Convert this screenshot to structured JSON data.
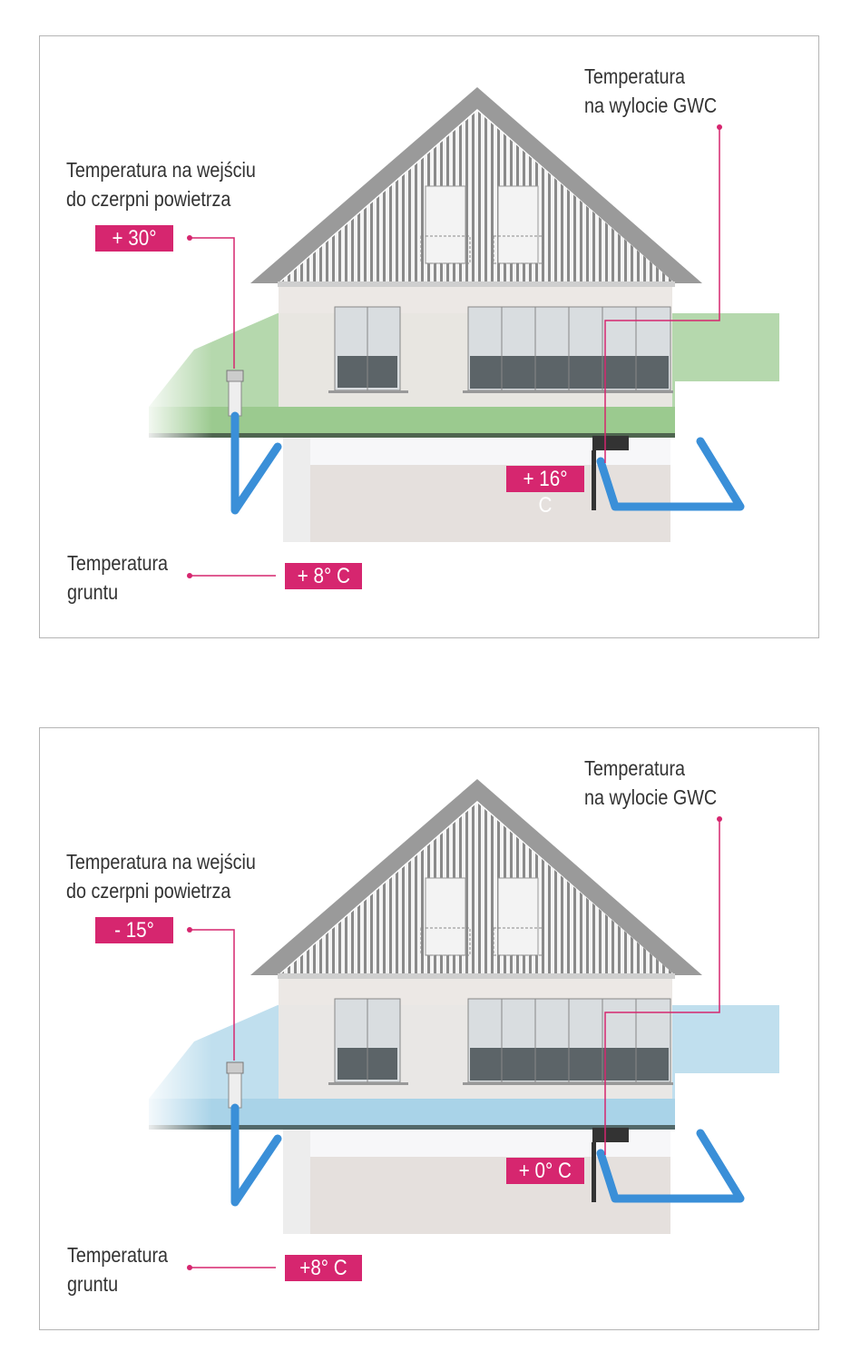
{
  "colors": {
    "accent": "#d6266f",
    "pipe": "#3a8fd8",
    "summer_ground": "#79b86a",
    "winter_ground": "#8cc4e0"
  },
  "panels": [
    {
      "season": "summer",
      "intake_label_1": "Temperatura na wejściu",
      "intake_label_2": "do czerpni powietrza",
      "intake_temp": "+ 30° C",
      "outlet_label_1": "Temperatura",
      "outlet_label_2": "na wylocie GWC",
      "outlet_temp": "+ 16° C",
      "ground_label_1": "Temperatura",
      "ground_label_2": "gruntu",
      "ground_temp": "+ 8° C",
      "ground_color": "#79b86a"
    },
    {
      "season": "winter",
      "intake_label_1": "Temperatura na wejściu",
      "intake_label_2": "do czerpni powietrza",
      "intake_temp": "- 15° C",
      "outlet_label_1": "Temperatura",
      "outlet_label_2": "na wylocie  GWC",
      "outlet_temp": "+ 0° C",
      "ground_label_1": "Temperatura",
      "ground_label_2": "gruntu",
      "ground_temp": "+8° C",
      "ground_color": "#8cc4e0"
    }
  ]
}
